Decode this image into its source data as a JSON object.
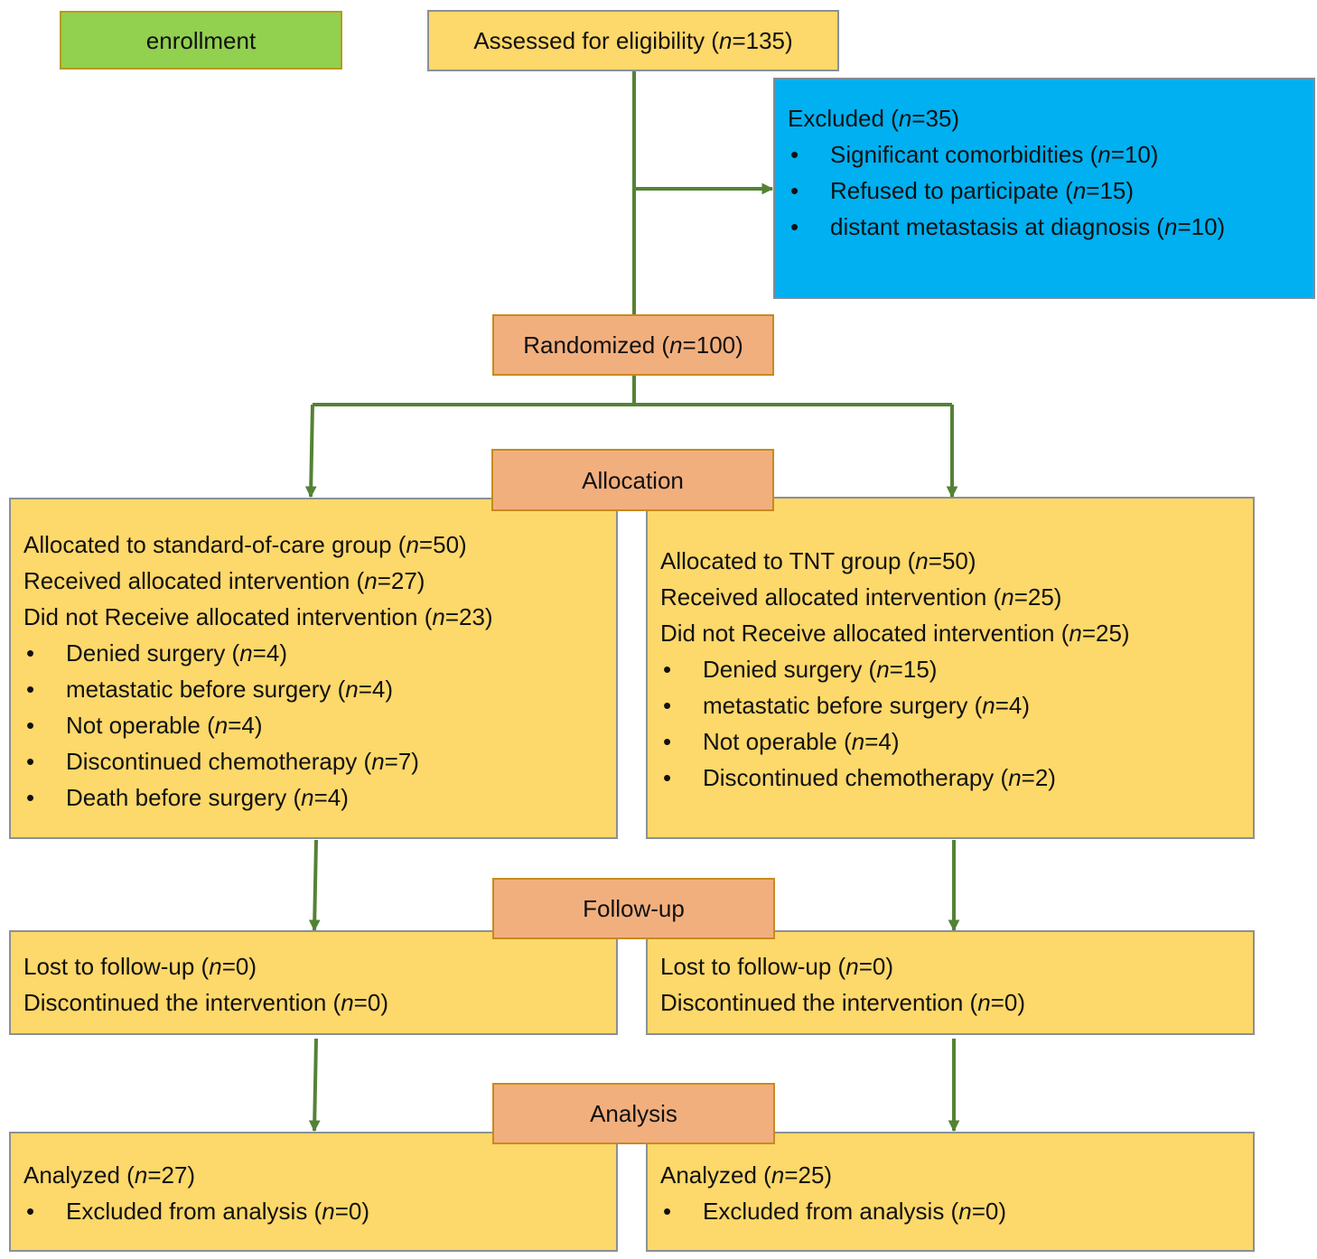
{
  "colors": {
    "connector": "#548235",
    "box_yellow": "#fdd86a",
    "box_orange": "#f2af7e",
    "box_green": "#92d050",
    "box_blue": "#00b0f0"
  },
  "enrollment": {
    "label": "enrollment"
  },
  "assessed": {
    "label": "Assessed for eligibility (",
    "n": "n",
    "rest": "=135)"
  },
  "excluded": {
    "title": {
      "label": "Excluded (",
      "n": "n",
      "rest": "=35)"
    },
    "items": [
      {
        "label": "Significant comorbidities (",
        "n": "n",
        "rest": "=10)"
      },
      {
        "label": "Refused to participate (",
        "n": "n",
        "rest": "=15)"
      },
      {
        "label": "distant metastasis at diagnosis (",
        "n": "n",
        "rest": "=10)"
      }
    ]
  },
  "randomized": {
    "label": "Randomized (",
    "n": "n",
    "rest": "=100)"
  },
  "allocation": {
    "label": "Allocation"
  },
  "allocation_left": {
    "lines": [
      {
        "label": "Allocated to standard-of-care  group (",
        "n": "n",
        "rest": "=50)"
      },
      {
        "label": "Received allocated intervention (",
        "n": "n",
        "rest": "=27)"
      },
      {
        "label": "Did not Receive allocated intervention (",
        "n": "n",
        "rest": "=23)"
      }
    ],
    "items": [
      {
        "label": "Denied surgery (",
        "n": "n",
        "rest": "=4)"
      },
      {
        "label": "metastatic before surgery  (",
        "n": "n",
        "rest": "=4)"
      },
      {
        "label": "Not operable (",
        "n": "n",
        "rest": "=4)"
      },
      {
        "label": "Discontinued chemotherapy (",
        "n": "n",
        "rest": "=7)"
      },
      {
        "label": "Death before surgery (",
        "n": "n",
        "rest": "=4)"
      }
    ]
  },
  "allocation_right": {
    "lines": [
      {
        "label": "Allocated to TNT group (",
        "n": "n",
        "rest": "=50)"
      },
      {
        "label": "Received allocated intervention (",
        "n": "n",
        "rest": "=25)"
      },
      {
        "label": "Did not Receive allocated intervention (",
        "n": "n",
        "rest": "=25)"
      }
    ],
    "items": [
      {
        "label": "Denied surgery (",
        "n": "n",
        "rest": "=15)"
      },
      {
        "label": "metastatic before surgery  (",
        "n": "n",
        "rest": "=4)"
      },
      {
        "label": "Not operable (",
        "n": "n",
        "rest": "=4)"
      },
      {
        "label": "Discontinued chemotherapy (",
        "n": "n",
        "rest": "=2)"
      }
    ]
  },
  "followup": {
    "label": "Follow-up"
  },
  "followup_left": {
    "lines": [
      {
        "label": "Lost to follow-up (",
        "n": "n",
        "rest": "=0)"
      },
      {
        "label": "Discontinued the intervention (",
        "n": "n",
        "rest": "=0)"
      }
    ]
  },
  "followup_right": {
    "lines": [
      {
        "label": "Lost to  follow-up (",
        "n": "n",
        "rest": "=0)"
      },
      {
        "label": "Discontinued the intervention (",
        "n": "n",
        "rest": "=0)"
      }
    ]
  },
  "analysis": {
    "label": "Analysis"
  },
  "analysis_left": {
    "lines": [
      {
        "label": "Analyzed (",
        "n": "n",
        "rest": "=27)"
      }
    ],
    "items": [
      {
        "label": "Excluded from analysis (",
        "n": "n",
        "rest": "=0)"
      }
    ]
  },
  "analysis_right": {
    "lines": [
      {
        "label": "Analyzed (",
        "n": "n",
        "rest": "=25)"
      }
    ],
    "items": [
      {
        "label": "Excluded from analysis (",
        "n": "n",
        "rest": "=0)"
      }
    ]
  }
}
